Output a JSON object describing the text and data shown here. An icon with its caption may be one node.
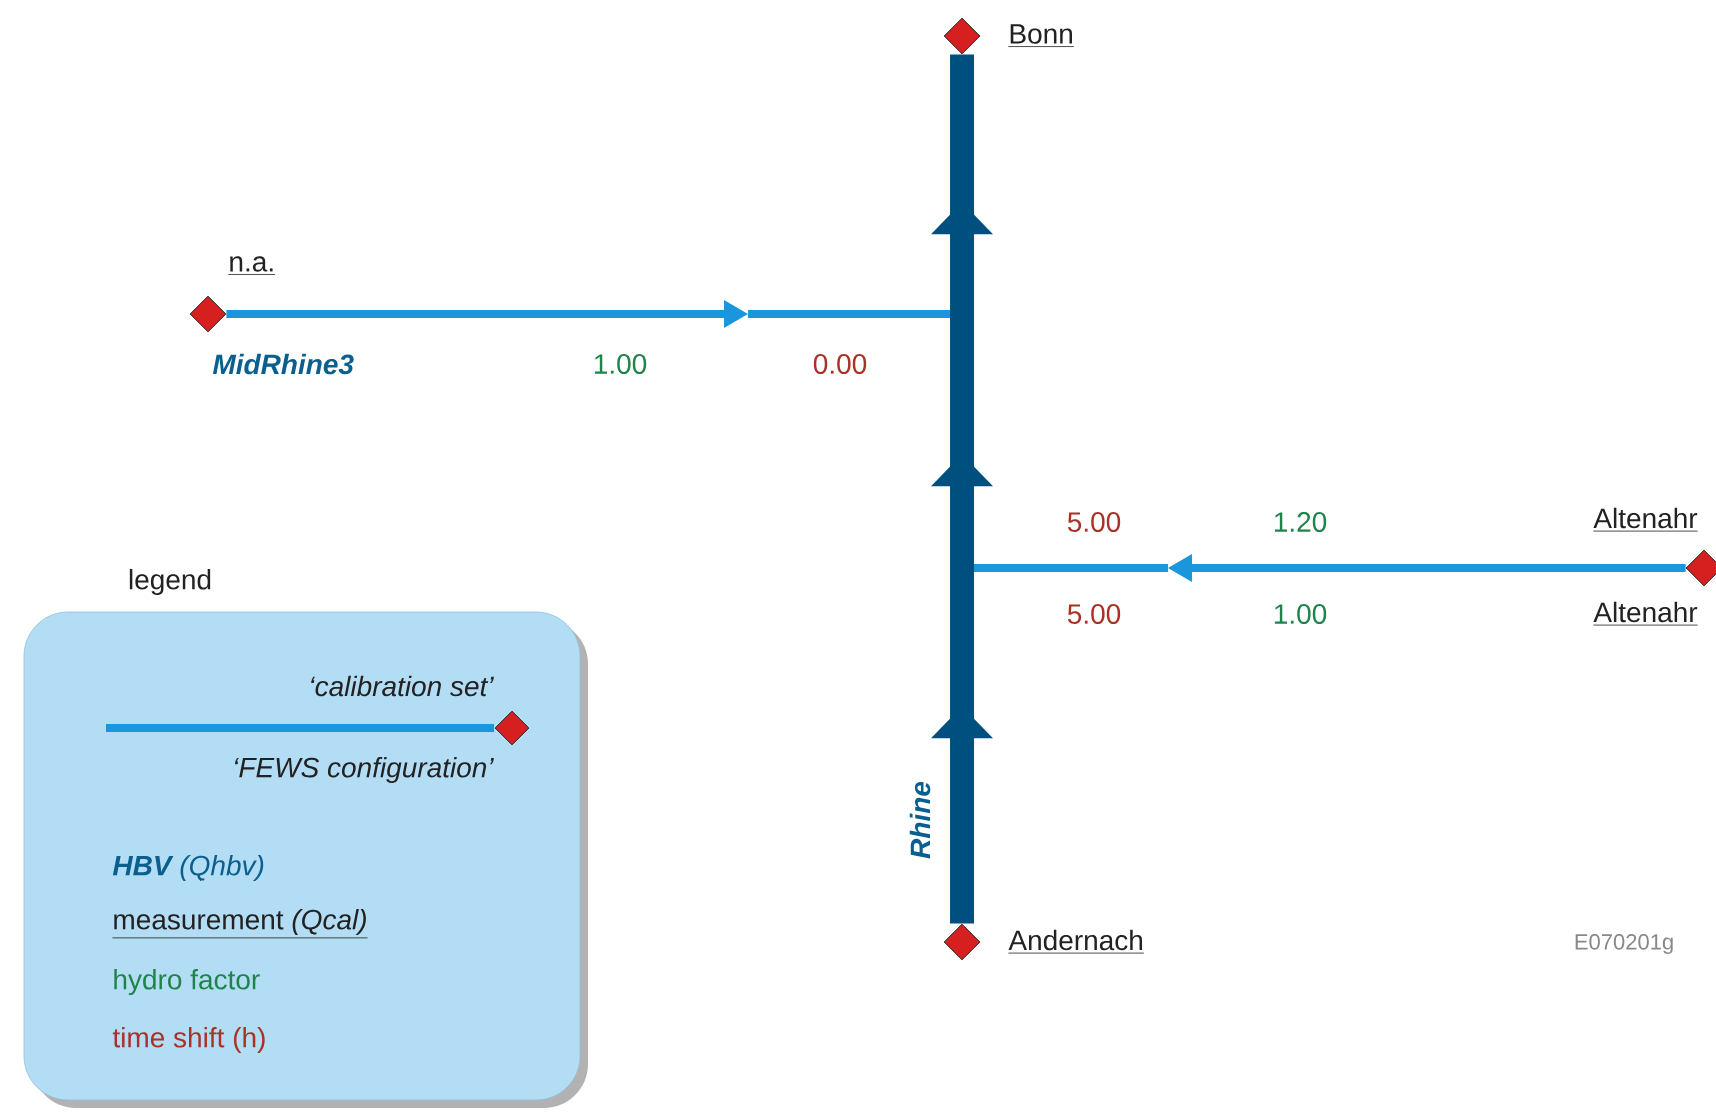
{
  "diagram": {
    "nodes": [
      {
        "text": [],
        "shape": "diamond",
        "beside": [
          "Bonn"
        ]
      },
      {
        "text": [],
        "shape": "diamond",
        "beside": [
          "n.a."
        ]
      },
      {
        "text": [],
        "shape": "diamond",
        "beside": [
          "Altenahr",
          "Altenahr"
        ]
      },
      {
        "text": [],
        "shape": "diamond",
        "beside": [
          "Andernach"
        ]
      }
    ],
    "edges": [
      {
        "from": 1,
        "to": null,
        "arrow": "to",
        "label": "MidRhine3"
      },
      {
        "from": 2,
        "to": null,
        "arrow": "to"
      },
      {
        "from": 3,
        "to": 0,
        "arrow": "to",
        "label": "Rhine",
        "style": "thick",
        "color": "#00507f"
      }
    ],
    "labels": [
      "1.00",
      "0.00",
      "5.00",
      "1.20",
      "5.00",
      "1.00",
      "legend",
      "E070201g"
    ],
    "legend": [
      {
        "text": "‘calibration set’"
      },
      {
        "text": "‘FEWS configuration’"
      },
      {
        "text": "**HBV** (Qhbv)",
        "color": "#0a5f8f"
      },
      {
        "text": "measurement *(Qcal)*"
      },
      {
        "text": "hydro factor",
        "color": "#1e8449"
      },
      {
        "text": "time shift (h)",
        "color": "#a93226"
      }
    ]
  }
}
